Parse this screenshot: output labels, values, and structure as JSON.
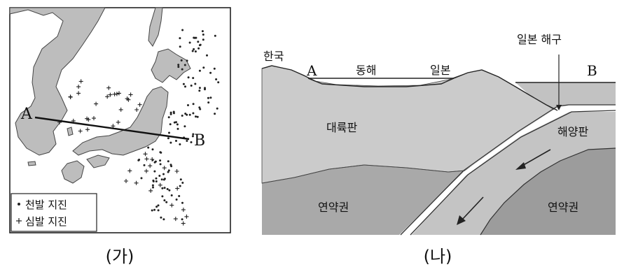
{
  "panel_ga": {
    "label_a": "A",
    "label_b": "B",
    "legend": {
      "shallow": "천발 지진",
      "deep": "심발 지진"
    },
    "caption": "(가)"
  },
  "panel_na": {
    "label_korea": "한국",
    "label_a": "A",
    "label_east_sea": "동해",
    "label_japan": "일본",
    "label_trench": "일본 해구",
    "label_b": "B",
    "label_continental_plate": "대륙판",
    "label_oceanic_plate": "해양판",
    "label_asthenosphere_left": "연약권",
    "label_asthenosphere_right": "연약권",
    "caption": "(나)"
  }
}
